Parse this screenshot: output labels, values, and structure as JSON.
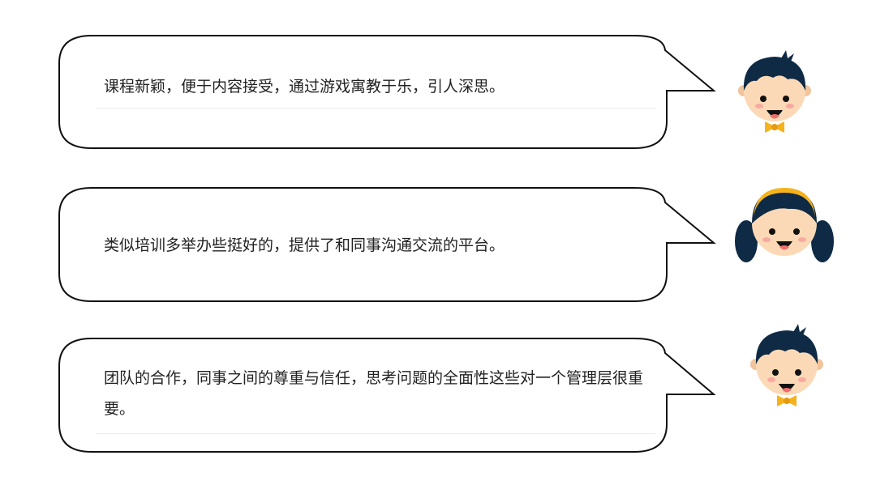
{
  "comments": [
    {
      "text": "课程新颖，便于内容接受，通过游戏寓教于乐，引人深思。",
      "avatar": "boy"
    },
    {
      "text": "类似培训多举办些挺好的，提供了和同事沟通交流的平台。",
      "avatar": "girl"
    },
    {
      "text": "团队的合作，同事之间的尊重与信任，思考问题的全面性这些对一个管理层很重要。",
      "avatar": "boy"
    }
  ],
  "colors": {
    "hair": "#0f2a44",
    "skin": "#fcd9b6",
    "bow": "#f6b21c",
    "cheek": "#f7a9a0",
    "tongue": "#ef6f6c",
    "stroke": "#111111"
  }
}
